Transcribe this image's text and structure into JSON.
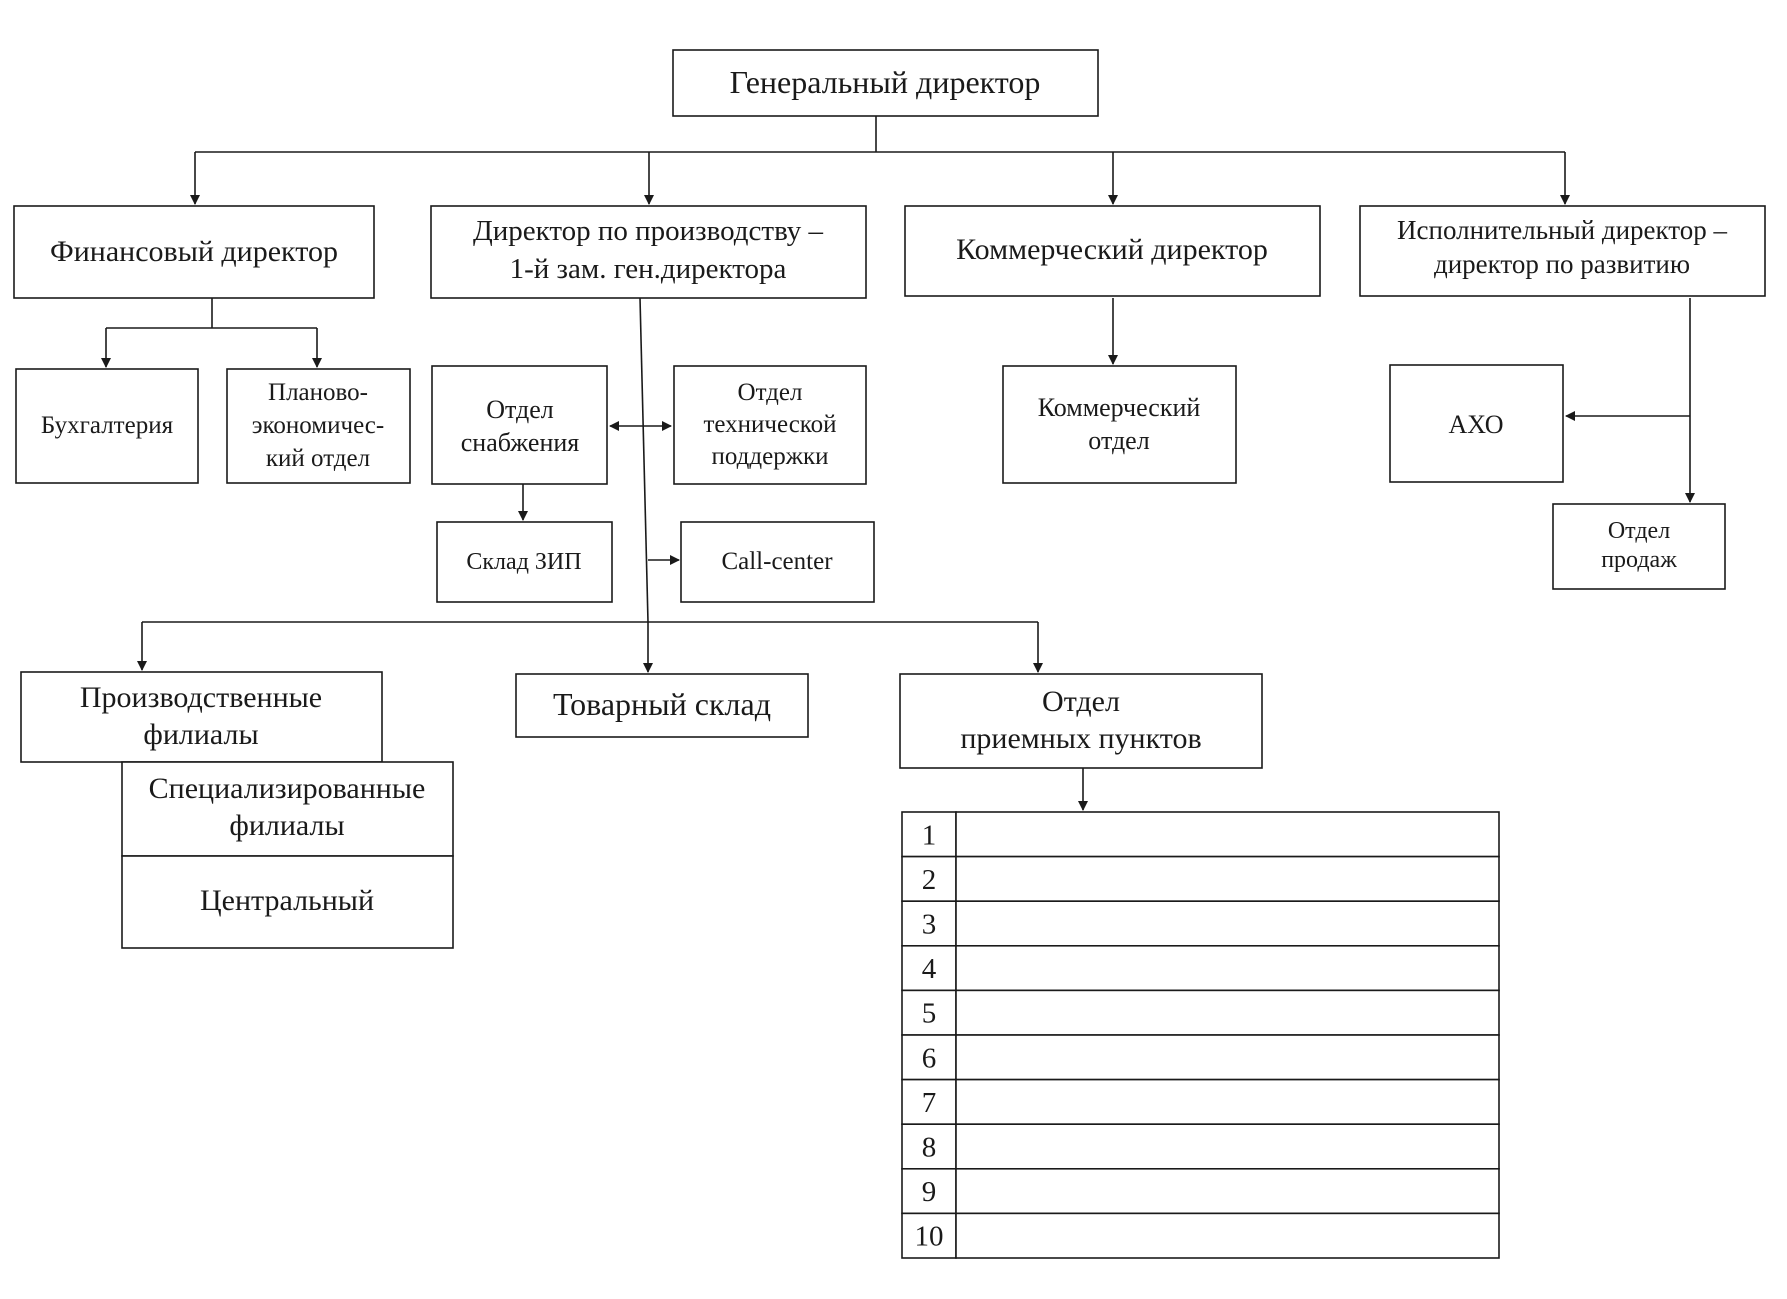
{
  "boxes": {
    "general_director": "Генеральный директор",
    "financial_director": "Финансовый директор",
    "production_director": [
      "Директор по производству –",
      "1-й зам. ген.директора"
    ],
    "commercial_director": "Коммерческий директор",
    "executive_director": [
      "Исполнительный директор –",
      "директор по развитию"
    ],
    "accounting": "Бухгалтерия",
    "planning_dept": [
      "Планово-",
      "экономичес-",
      "кий отдел"
    ],
    "supply_dept": [
      "Отдел",
      "снабжения"
    ],
    "tech_support_dept": [
      "Отдел",
      "технической",
      "поддержки"
    ],
    "commercial_dept": [
      "Коммерческий",
      "отдел"
    ],
    "aho": "АХО",
    "sales_dept": [
      "Отдел",
      "продаж"
    ],
    "spare_parts_warehouse": "Склад ЗИП",
    "call_center": "Call-center",
    "production_branches": [
      "Производственные",
      "филиалы"
    ],
    "goods_warehouse": "Товарный склад",
    "reception_points_dept": [
      "Отдел",
      "приемных пунктов"
    ],
    "specialized_branches": [
      "Специализированные",
      "филиалы"
    ],
    "central": "Центральный"
  },
  "reception_points": [
    "1",
    "2",
    "3",
    "4",
    "5",
    "6",
    "7",
    "8",
    "9",
    "10"
  ]
}
